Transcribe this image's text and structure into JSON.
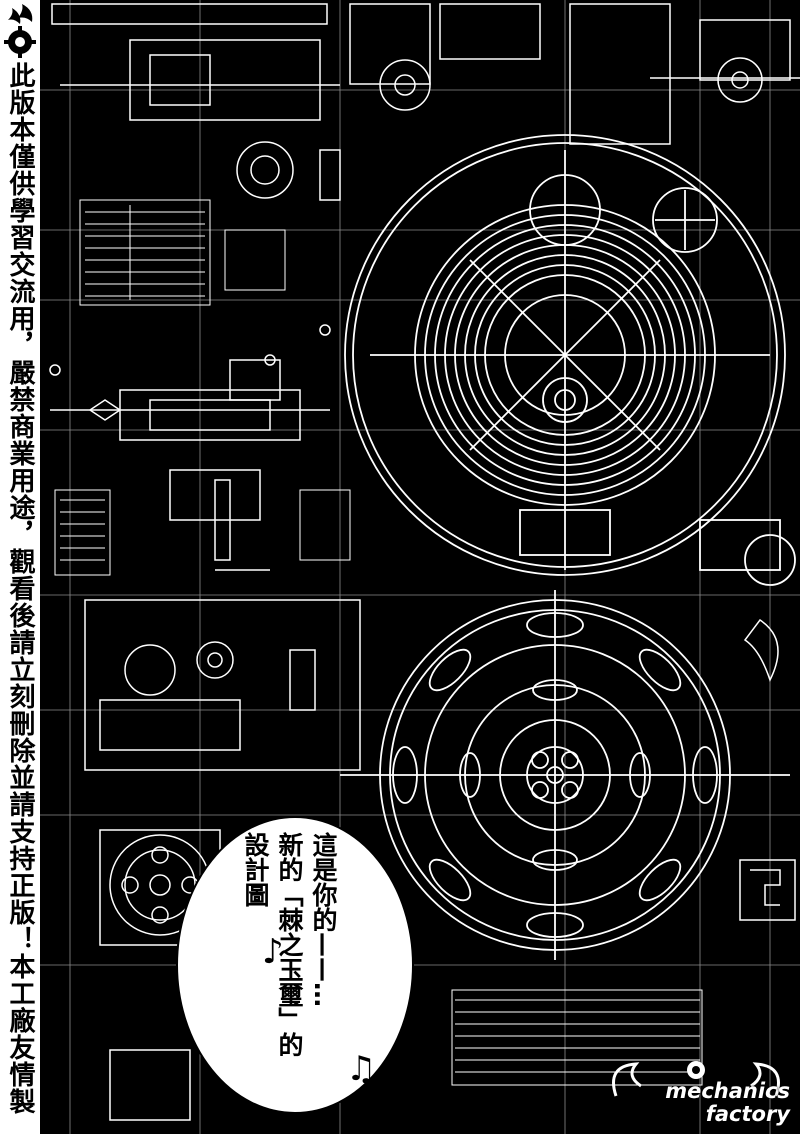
{
  "notice": {
    "text": "此版本僅供學習交流用，嚴禁商業用途，觀看後請立刻刪除並請支持正版！本工廠友情製作，獻給廣大同好及最愛的崑崙！"
  },
  "speech_bubble": {
    "lines": [
      "這是你的——…",
      "新的「棘之玉璽」的",
      "設計圖"
    ],
    "notes": [
      "♪",
      "♫"
    ]
  },
  "watermark": {
    "line1": "mechanics",
    "line2": "factory"
  },
  "colors": {
    "background": "#000000",
    "line": "#ffffff",
    "bubble": "#ffffff"
  }
}
